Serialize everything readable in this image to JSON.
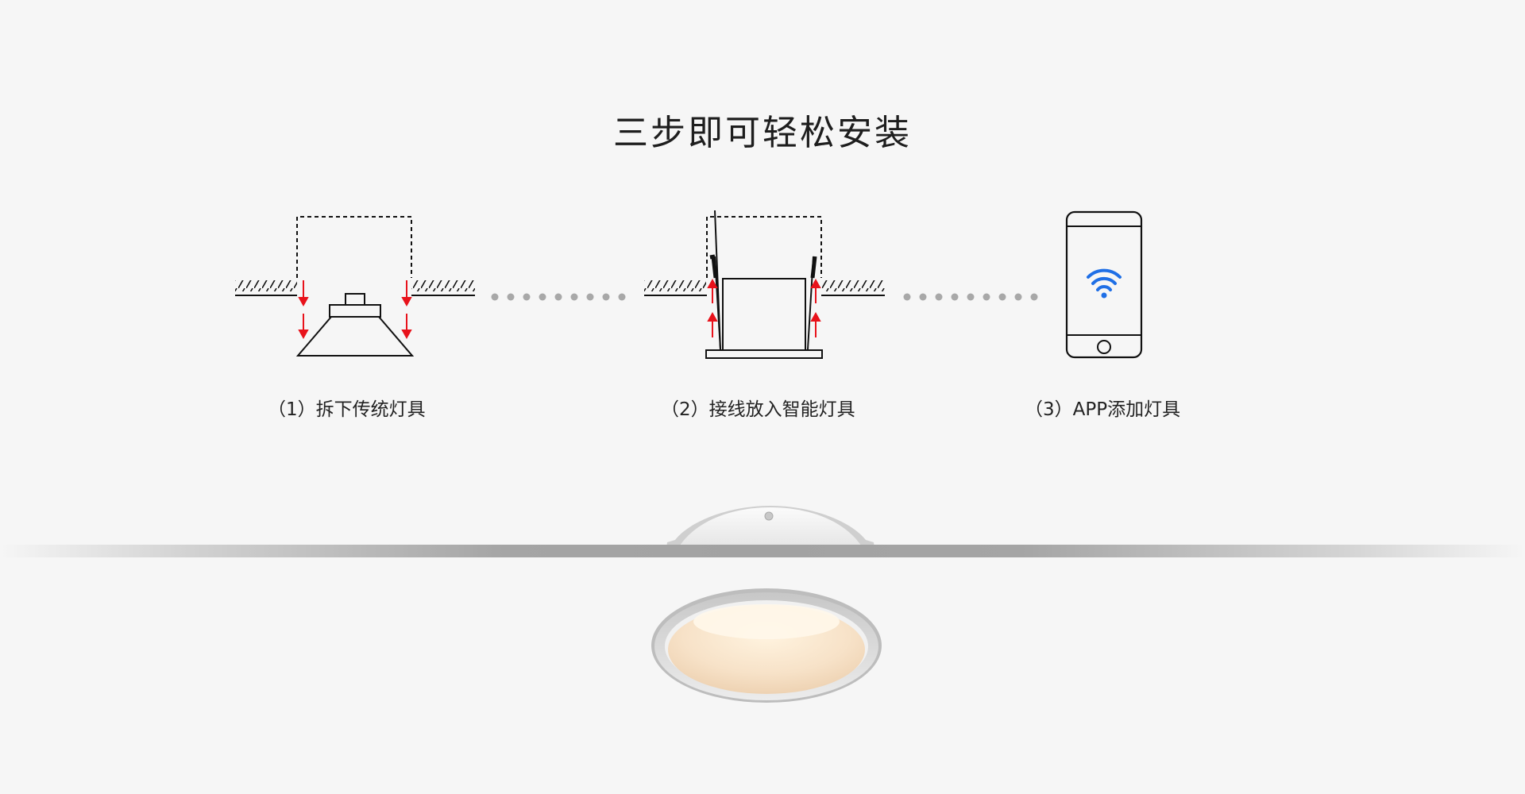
{
  "title": "三步即可轻松安装",
  "steps": [
    {
      "label": "（1）拆下传统灯具",
      "icon": "remove-old-fixture-icon"
    },
    {
      "label": "（2）接线放入智能灯具",
      "icon": "insert-smart-fixture-icon"
    },
    {
      "label": "（3）APP添加灯具",
      "icon": "phone-wifi-icon"
    }
  ],
  "colors": {
    "background": "#f6f6f6",
    "line": "#111111",
    "arrow": "#e8121b",
    "dots": "#a8a8a8",
    "wifi": "#1f6fe6",
    "ceiling": "#a2a2a2",
    "lamp_glow": "#f5dcc0"
  }
}
